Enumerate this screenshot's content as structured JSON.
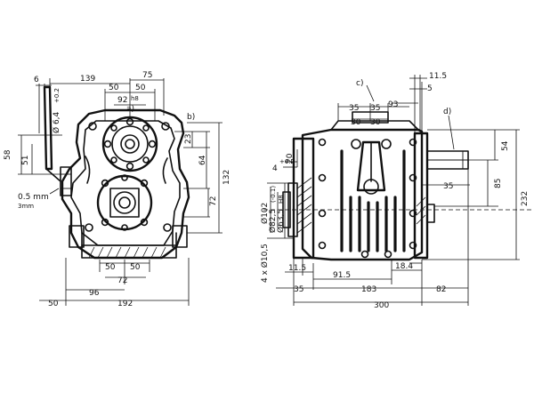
{
  "front_view": {
    "dims": {
      "d6": "6",
      "d139": "139",
      "d75": "75",
      "d50a": "50",
      "d50b": "50",
      "d92": "92",
      "d92sup": "h8",
      "d58": "58",
      "d51": "51",
      "d64": "Ø 6,4",
      "d64sup": "+0.2",
      "d05": "0.5 mm",
      "d3mm": "3mm",
      "d23": "23",
      "d64v": "64",
      "d132": "132",
      "d72v": "72",
      "d50c": "50",
      "d50d": "50",
      "d72h": "72",
      "d96": "96",
      "d50e": "50",
      "d192": "192"
    },
    "labels": {
      "a": "a)",
      "b": "b)"
    }
  },
  "side_view": {
    "dims": {
      "d115a": "11.5",
      "d5": "5",
      "d35a": "35",
      "d35b": "35",
      "d93": "93",
      "d30a": "30",
      "d30b": "30",
      "d20": "20",
      "d4": "4",
      "d4sup": "+0.2",
      "d54": "54",
      "d35c": "35",
      "d85": "85",
      "d232": "232",
      "d102": "Ø102",
      "d825": "Ø82,5",
      "d825sup": "(-0.1)",
      "d635": "Ø63,5",
      "d635sup": "H8",
      "d4x": "4 x Ø10,5",
      "d115b": "11.5",
      "d915": "91.5",
      "d184": "18.4",
      "d35d": "35",
      "d183": "183",
      "d82": "82",
      "d300": "300"
    },
    "labels": {
      "c": "c)",
      "d": "d)"
    }
  }
}
